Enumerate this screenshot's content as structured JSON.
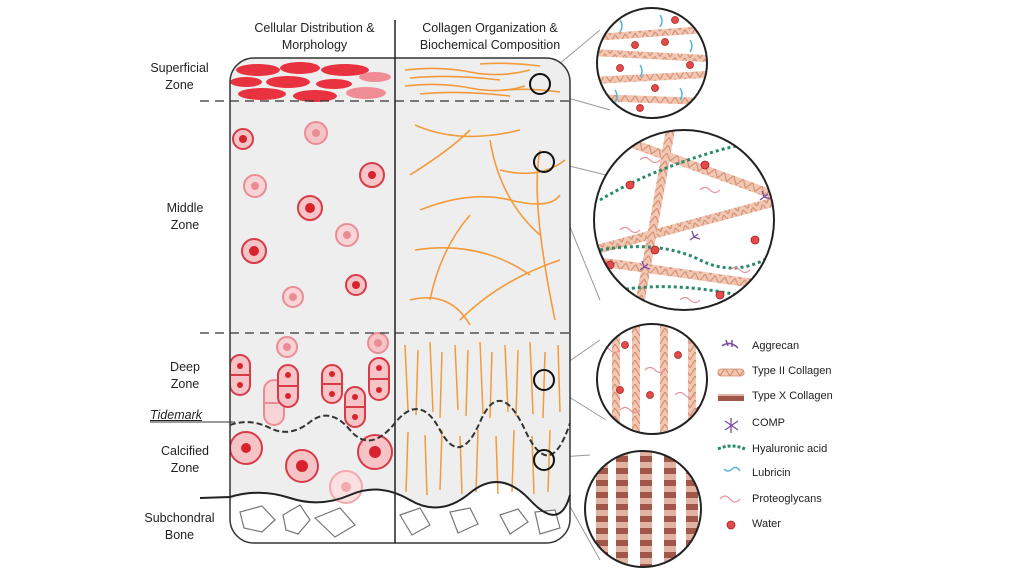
{
  "headers": {
    "cellular_line1": "Cellular Distribution &",
    "cellular_line2": "Morphology",
    "collagen_line1": "Collagen Organization &",
    "collagen_line2": "Biochemical Composition"
  },
  "zones": {
    "superficial": [
      "Superficial",
      "Zone"
    ],
    "middle": [
      "Middle",
      "Zone"
    ],
    "deep": [
      "Deep",
      "Zone"
    ],
    "tidemark": "Tidemark",
    "calcified": [
      "Calcified",
      "Zone"
    ],
    "subchondral": [
      "Subchondral",
      "Bone"
    ]
  },
  "legend": [
    {
      "label": "Aggrecan",
      "icon": "aggrecan-icon"
    },
    {
      "label": "Type II Collagen",
      "icon": "type-ii-collagen-icon"
    },
    {
      "label": "Type X Collagen",
      "icon": "type-x-collagen-icon"
    },
    {
      "label": "COMP",
      "icon": "comp-icon"
    },
    {
      "label": "Hyaluronic acid",
      "icon": "hyaluronic-acid-icon"
    },
    {
      "label": "Lubricin",
      "icon": "lubricin-icon"
    },
    {
      "label": "Proteoglycans",
      "icon": "proteoglycans-icon"
    },
    {
      "label": "Water",
      "icon": "water-icon"
    }
  ],
  "colors": {
    "cell_red": "#e03c4a",
    "cell_pink": "#f2a9ad",
    "collagen_orange": "#f39a3b",
    "panel_gray": "#eeeeee",
    "collagen_tan": "#e8b49c",
    "collagen_brown": "#8a4b3a",
    "aggrecan_purple": "#7b4fa3",
    "hyaluronic_green": "#2a8a6a",
    "lubricin_blue": "#5ab6d6"
  }
}
